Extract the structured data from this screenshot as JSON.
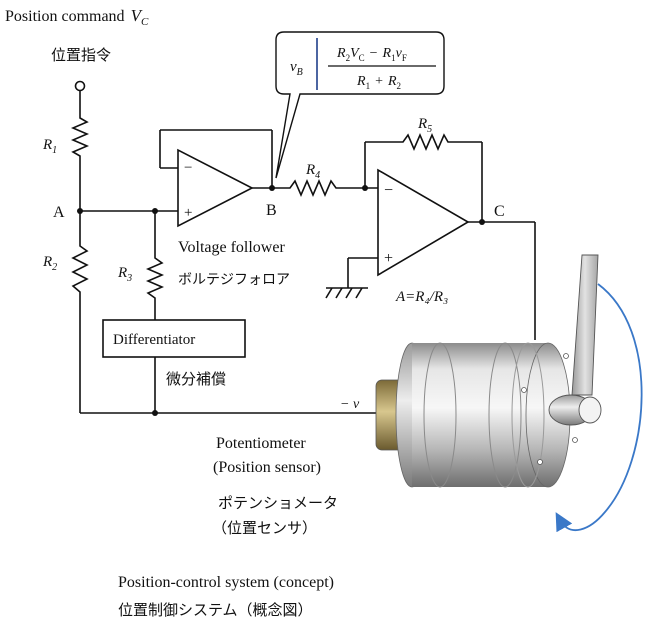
{
  "labels": {
    "position_command": "Position command",
    "vc": "V",
    "vc_sub": "C",
    "position_command_jp": "位置指令",
    "r1": "R",
    "r1_sub": "1",
    "r2": "R",
    "r2_sub": "2",
    "r3": "R",
    "r3_sub": "3",
    "r4": "R",
    "r4_sub": "4",
    "r5": "R",
    "r5_sub": "5",
    "node_a": "A",
    "node_b": "B",
    "node_c": "C",
    "minus_sign": "−",
    "plus_sign": "+",
    "voltage_follower": "Voltage follower",
    "voltage_follower_jp": "ボルテジフォロア",
    "gain_eq": "A=R₄/R₃",
    "differentiator": "Differentiator",
    "differentiator_jp": "微分補償",
    "minus_v": "− v",
    "potentiometer": "Potentiometer",
    "position_sensor": "(Position sensor)",
    "potentiometer_jp": "ポテンショメータ",
    "position_sensor_jp": "（位置センサ）",
    "caption": "Position-control system (concept)",
    "caption_jp": "位置制御システム（概念図）"
  },
  "formula": {
    "lhs_v": "v",
    "lhs_sub": "B",
    "num_r2": "R",
    "num_r2_sub": "2",
    "num_vc": "V",
    "num_vc_sub": "C",
    "num_minus": "−",
    "num_r1": "R",
    "num_r1_sub": "1",
    "num_vf": "v",
    "num_vf_sub": "F",
    "den_r1": "R",
    "den_r1_sub": "1",
    "den_plus": "+",
    "den_r2": "R",
    "den_r2_sub": "2"
  },
  "colors": {
    "wire": "#111111",
    "arrow": "#3a78c8",
    "motor_body": "#c9c9c9",
    "motor_shaft_brass": "#b8a46a",
    "lever": "#bdbdbd"
  }
}
